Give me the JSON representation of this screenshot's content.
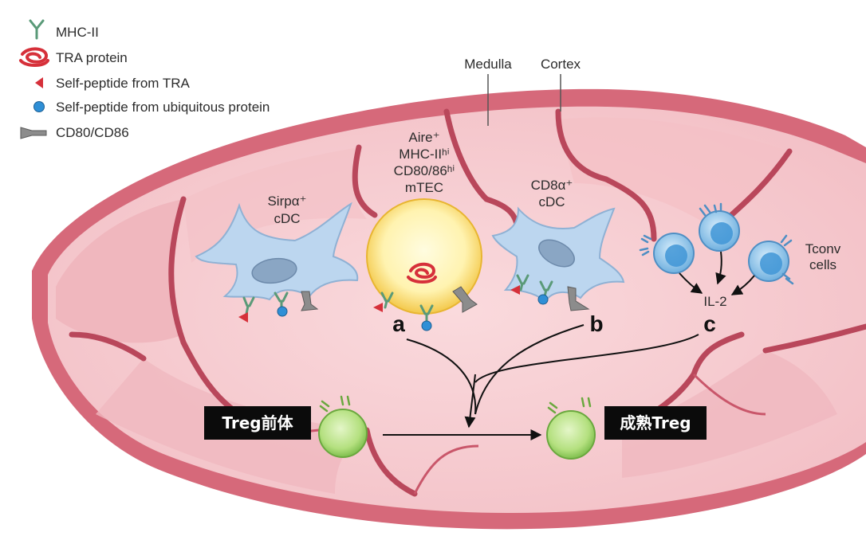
{
  "legend": {
    "mhc": "MHC-II",
    "tra": "TRA protein",
    "self_tra": "Self-peptide from TRA",
    "self_ubiq": "Self-peptide from ubiquitous protein",
    "cd80": "CD80/CD86"
  },
  "regions": {
    "medulla": "Medulla",
    "cortex": "Cortex"
  },
  "cells": {
    "sirpa": {
      "line1": "Sirpα⁺",
      "line2": "cDC"
    },
    "mtec": {
      "line1": "Aire⁺",
      "line2": "MHC-IIʰⁱ",
      "line3": "CD80/86ʰⁱ",
      "line4": "mTEC"
    },
    "cd8": {
      "line1": "CD8α⁺",
      "line2": "cDC"
    },
    "tconv": {
      "line1": "Tconv",
      "line2": "cells"
    }
  },
  "il2": "IL-2",
  "letters": {
    "a": "a",
    "b": "b",
    "c": "c"
  },
  "boxes": {
    "precursor": "Treg前体",
    "mature": "成熟Treg"
  },
  "colors": {
    "outer": "#d9606f",
    "pink_fill": "#f4c6cb",
    "cortex_fill": "#f3bfc5",
    "septa": "#b8465a",
    "mhc": "#5a9a78",
    "tra_red": "#d6303a",
    "blue_dot": "#2f8fd6",
    "cd80": "#8a8a8a",
    "dc_fill": "#bcd6ef",
    "tcell": "#6fb8e6",
    "treg": "#9fd46a",
    "mtec_fill": "#fde07a"
  }
}
